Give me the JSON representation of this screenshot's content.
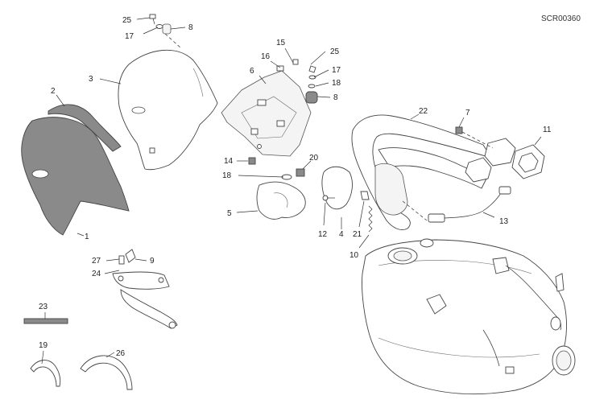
{
  "diagram": {
    "code": "SCR00360",
    "callouts": [
      {
        "id": "c1",
        "label": "1"
      },
      {
        "id": "c2",
        "label": "2"
      },
      {
        "id": "c3",
        "label": "3"
      },
      {
        "id": "c4",
        "label": "4"
      },
      {
        "id": "c5",
        "label": "5"
      },
      {
        "id": "c6",
        "label": "6"
      },
      {
        "id": "c7",
        "label": "7"
      },
      {
        "id": "c8a",
        "label": "8"
      },
      {
        "id": "c8b",
        "label": "8"
      },
      {
        "id": "c9",
        "label": "9"
      },
      {
        "id": "c10",
        "label": "10"
      },
      {
        "id": "c11",
        "label": "11"
      },
      {
        "id": "c12",
        "label": "12"
      },
      {
        "id": "c13",
        "label": "13"
      },
      {
        "id": "c14",
        "label": "14"
      },
      {
        "id": "c15",
        "label": "15"
      },
      {
        "id": "c16",
        "label": "16"
      },
      {
        "id": "c17a",
        "label": "17"
      },
      {
        "id": "c17b",
        "label": "17"
      },
      {
        "id": "c18a",
        "label": "18"
      },
      {
        "id": "c18b",
        "label": "18"
      },
      {
        "id": "c19",
        "label": "19"
      },
      {
        "id": "c20",
        "label": "20"
      },
      {
        "id": "c21",
        "label": "21"
      },
      {
        "id": "c22",
        "label": "22"
      },
      {
        "id": "c23",
        "label": "23"
      },
      {
        "id": "c24",
        "label": "24"
      },
      {
        "id": "c25a",
        "label": "25"
      },
      {
        "id": "c25b",
        "label": "25"
      },
      {
        "id": "c26",
        "label": "26"
      },
      {
        "id": "c27",
        "label": "27"
      }
    ]
  }
}
